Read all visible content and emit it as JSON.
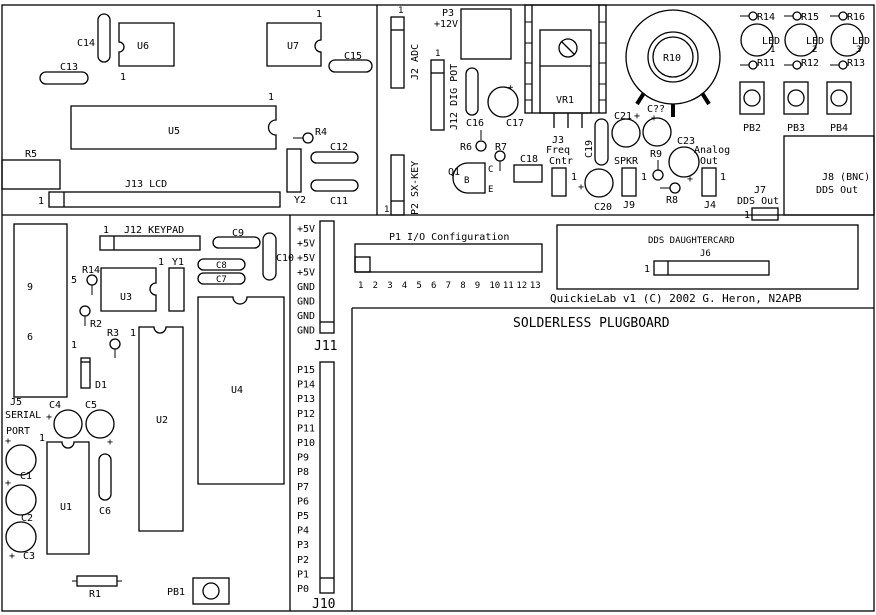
{
  "board": {
    "credit": "QuickieLab v1  (C) 2002 G. Heron, N2APB",
    "plugboard_label": "SOLDERLESS PLUGBOARD"
  },
  "top_left": {
    "u6": "U6",
    "u7": "U7",
    "u5": "U5",
    "c14": "C14",
    "c13": "C13",
    "c15": "C15",
    "c12": "C12",
    "c11": "C11",
    "r4": "R4",
    "r5": "R5",
    "y2": "Y2",
    "j13": "J13 LCD",
    "pin1": "1"
  },
  "top_mid": {
    "j2": "J2  ADC",
    "j12_dig": "J12 DIG POT",
    "p2": "P2  SX-KEY",
    "p3": "P3",
    "p3_volt": "+12V",
    "c16": "C16",
    "c17": "C17",
    "c18": "C18",
    "c19": "C19",
    "c20": "C20",
    "r6": "R6",
    "r7": "R7",
    "q1": "Q1",
    "q1_c": "C",
    "q1_b": "B",
    "q1_e": "E",
    "vr1": "VR1",
    "j3": "J3",
    "j3_freq": "Freq",
    "j3_cntr": "Cntr",
    "pin1": "1",
    "plus": "+"
  },
  "top_right": {
    "r10": "R10",
    "c21": "C21",
    "c22": "C??",
    "c23": "C23",
    "r8": "R8",
    "r9": "R9",
    "j9": "J9",
    "spkr": "SPKR",
    "j4": "J4",
    "analog": "Analog",
    "out": "Out",
    "j7": "J7",
    "dds_out": "DDS Out",
    "j8": "J8 (BNC)",
    "j8_out": "DDS Out",
    "pb2": "PB2",
    "pb3": "PB3",
    "pb4": "PB4",
    "leds": [
      {
        "top_r": "R14",
        "bot_r": "R11",
        "label": "LED",
        "num": "1"
      },
      {
        "top_r": "R15",
        "bot_r": "R12",
        "label": "LED",
        "num": "2"
      },
      {
        "top_r": "R16",
        "bot_r": "R13",
        "label": "LED",
        "num": "3"
      }
    ]
  },
  "bottom_left": {
    "j12_keypad": "J12 KEYPAD",
    "y1": "Y1",
    "u1": "U1",
    "u2": "U2",
    "u3": "U3",
    "u4": "U4",
    "c1": "C1",
    "c2": "C2",
    "c3": "C3",
    "c4": "C4",
    "c5": "C5",
    "c6": "C6",
    "c7": "C7",
    "c8": "C8",
    "c9": "C9",
    "c10": "C10",
    "r1": "R1",
    "r2": "R2",
    "r3": "R3",
    "r14": "R14",
    "d1": "D1",
    "j5": "J5",
    "serial": "SERIAL",
    "port": "PORT",
    "pb1": "PB1",
    "db9_9": "9",
    "db9_6": "6",
    "db9_5": "5",
    "db9_1": "1",
    "pin1": "1",
    "plus": "+"
  },
  "j11": {
    "label": "J11",
    "pins": [
      "+5V",
      "+5V",
      "+5V",
      "+5V",
      "GND",
      "GND",
      "GND",
      "GND"
    ]
  },
  "j10": {
    "label": "J10",
    "pins": [
      "P15",
      "P14",
      "P13",
      "P12",
      "P11",
      "P10",
      "P9",
      "P8",
      "P7",
      "P6",
      "P5",
      "P4",
      "P3",
      "P2",
      "P1",
      "P0"
    ]
  },
  "p1": {
    "label": "P1  I/O Configuration",
    "pins": [
      "1",
      "2",
      "3",
      "4",
      "5",
      "6",
      "7",
      "8",
      "9",
      "10",
      "11",
      "12",
      "13"
    ]
  },
  "dds": {
    "title": "DDS DAUGHTERCARD",
    "j6": "J6",
    "pin1": "1"
  }
}
